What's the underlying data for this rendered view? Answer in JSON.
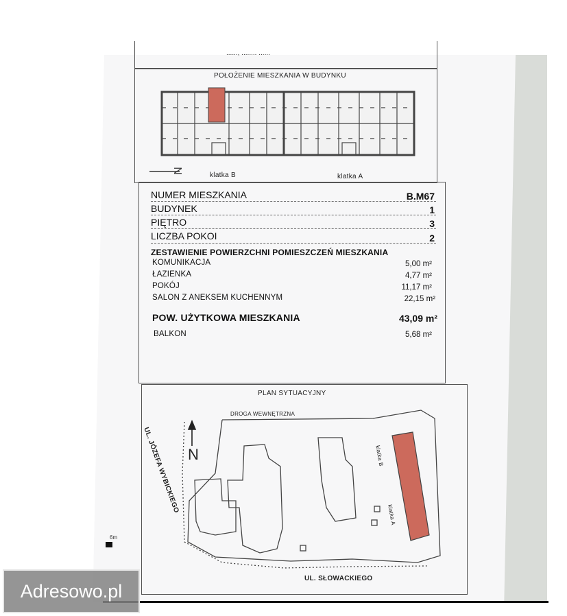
{
  "header": {
    "top_text": "......, ........ ......"
  },
  "location_section": {
    "title": "POŁOŻENIE MIESZKANIA W BUDYNKU",
    "stair_b": "klatka B",
    "stair_a": "klatka A",
    "compass": "N"
  },
  "apartment": {
    "rows": [
      {
        "label": "NUMER MIESZKANIA",
        "value": "B.M67"
      },
      {
        "label": "BUDYNEK",
        "value": "1"
      },
      {
        "label": "PIĘTRO",
        "value": "3"
      },
      {
        "label": "LICZBA POKOI",
        "value": "2"
      }
    ]
  },
  "areas": {
    "title": "ZESTAWIENIE POWIERZCHNI POMIESZCZEŃ MIESZKANIA",
    "rooms": [
      {
        "label": "KOMUNIKACJA",
        "value": "5,00 m²"
      },
      {
        "label": "ŁAZIENKA",
        "value": "4,77 m²"
      },
      {
        "label": "POKÓJ",
        "value": "11,17 m²"
      },
      {
        "label": "SALON Z ANEKSEM KUCHENNYM",
        "value": "22,15 m²"
      }
    ],
    "usable_label": "POW. UŻYTKOWA MIESZKANIA",
    "usable_value": "43,09 m²",
    "balcony_label": "BALKON",
    "balcony_value": "5,68 m²"
  },
  "site_plan": {
    "title": "PLAN SYTUACYJNY",
    "internal_road": "DROGA WEWNĘTRZNA",
    "street_left": "UL. JÓZEFA WYBICKIEGO",
    "street_bottom": "UL. SŁOWACKIEGO",
    "stair_b": "klatka B",
    "stair_a": "klatka A",
    "compass": "N",
    "scale": "6m"
  },
  "watermark": "Adresowo.pl",
  "colors": {
    "highlight": "#cc6a5c",
    "line": "#555555"
  }
}
